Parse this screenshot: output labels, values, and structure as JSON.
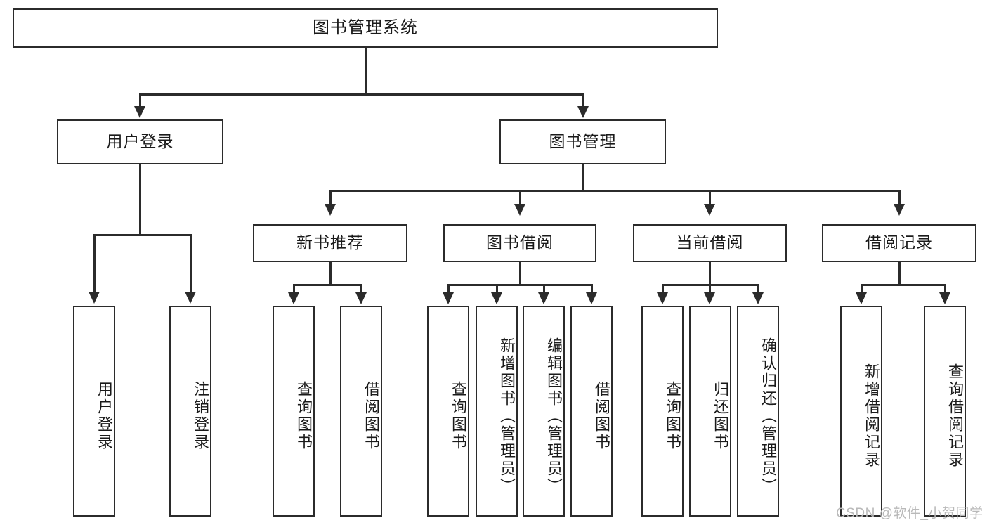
{
  "diagram": {
    "title": "图书管理系统",
    "type": "hierarchy-tree",
    "root": {
      "label": "图书管理系统"
    },
    "level2": [
      {
        "label": "用户登录"
      },
      {
        "label": "图书管理"
      }
    ],
    "level3": [
      {
        "label": "新书推荐"
      },
      {
        "label": "图书借阅"
      },
      {
        "label": "当前借阅"
      },
      {
        "label": "借阅记录"
      }
    ],
    "leaves": {
      "user_login": [
        {
          "label": "用户登录"
        },
        {
          "label": "注销登录"
        }
      ],
      "new_book_recommend": [
        {
          "label": "查询图书"
        },
        {
          "label": "借阅图书"
        }
      ],
      "book_borrow": [
        {
          "label": "查询图书"
        },
        {
          "label": "新增图书（管理员）"
        },
        {
          "label": "编辑图书（管理员）"
        },
        {
          "label": "借阅图书"
        }
      ],
      "current_borrow": [
        {
          "label": "查询图书"
        },
        {
          "label": "归还图书"
        },
        {
          "label": "确认归还（管理员）"
        }
      ],
      "borrow_record": [
        {
          "label": "新增借阅记录"
        },
        {
          "label": "查询借阅记录"
        }
      ]
    }
  },
  "watermark": {
    "text": "CSDN @软件_小贺同学"
  },
  "colors": {
    "stroke": "#2b2b2b",
    "background": "#ffffff",
    "watermark": "#b9b9b9"
  }
}
